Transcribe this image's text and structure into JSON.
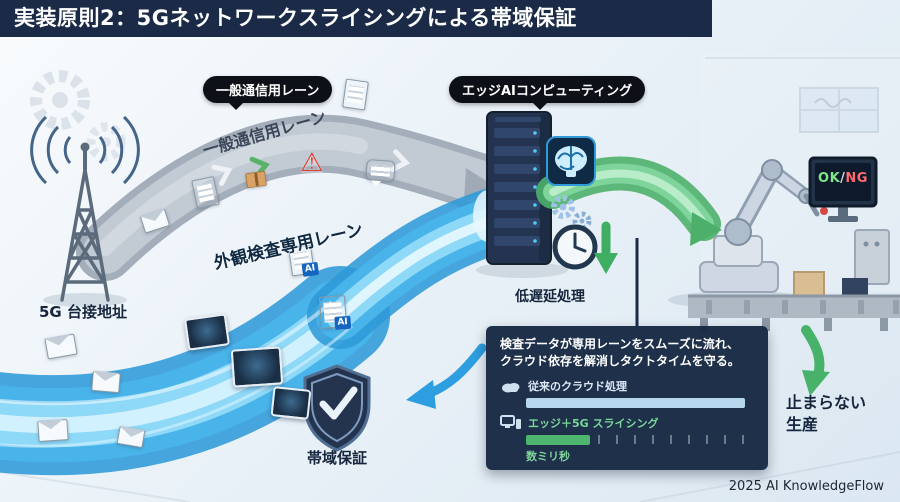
{
  "title": "実装原則2：5Gネットワークスライシングによる帯域保証",
  "tags": {
    "general_lane": "一般通信用レーン",
    "edge_ai": "エッジAIコンピューティング"
  },
  "lanes": {
    "general_label": "一般通信用レーン",
    "inspection_label": "外観検査専用レーン"
  },
  "nodes": {
    "tower_label": "5G 台接地址",
    "low_latency_label": "低遅延処理",
    "shield_label": "帯域保証",
    "production_label": "止まらない生産",
    "monitor": {
      "ok": "OK",
      "separator": "/",
      "ng": "NG"
    }
  },
  "badges": {
    "ai": "AI",
    "warning_glyph": "⚠"
  },
  "info_box": {
    "message_line1": "検査データが専用レーンをスムーズに流れ、",
    "message_line2": "クラウド依存を解消しタクトタイムを守る。",
    "bars": [
      {
        "label": "従来のクラウド処理",
        "pct": 96,
        "color": "#b7d7ee"
      },
      {
        "label": "エッジ＋5G スライシング",
        "pct": 28,
        "color": "#4db56f"
      }
    ],
    "latency_note": "数ミリ秒"
  },
  "credit": "2025 AI KnowledgeFlow",
  "colors": {
    "banner_bg": "#1b2a47",
    "general_lane": "#a8b2bd",
    "inspection_lane": "#39a9e6",
    "edge_flow_green": "#4cb06a",
    "info_box_bg": "#172844",
    "alert_red": "#e23d2e"
  }
}
